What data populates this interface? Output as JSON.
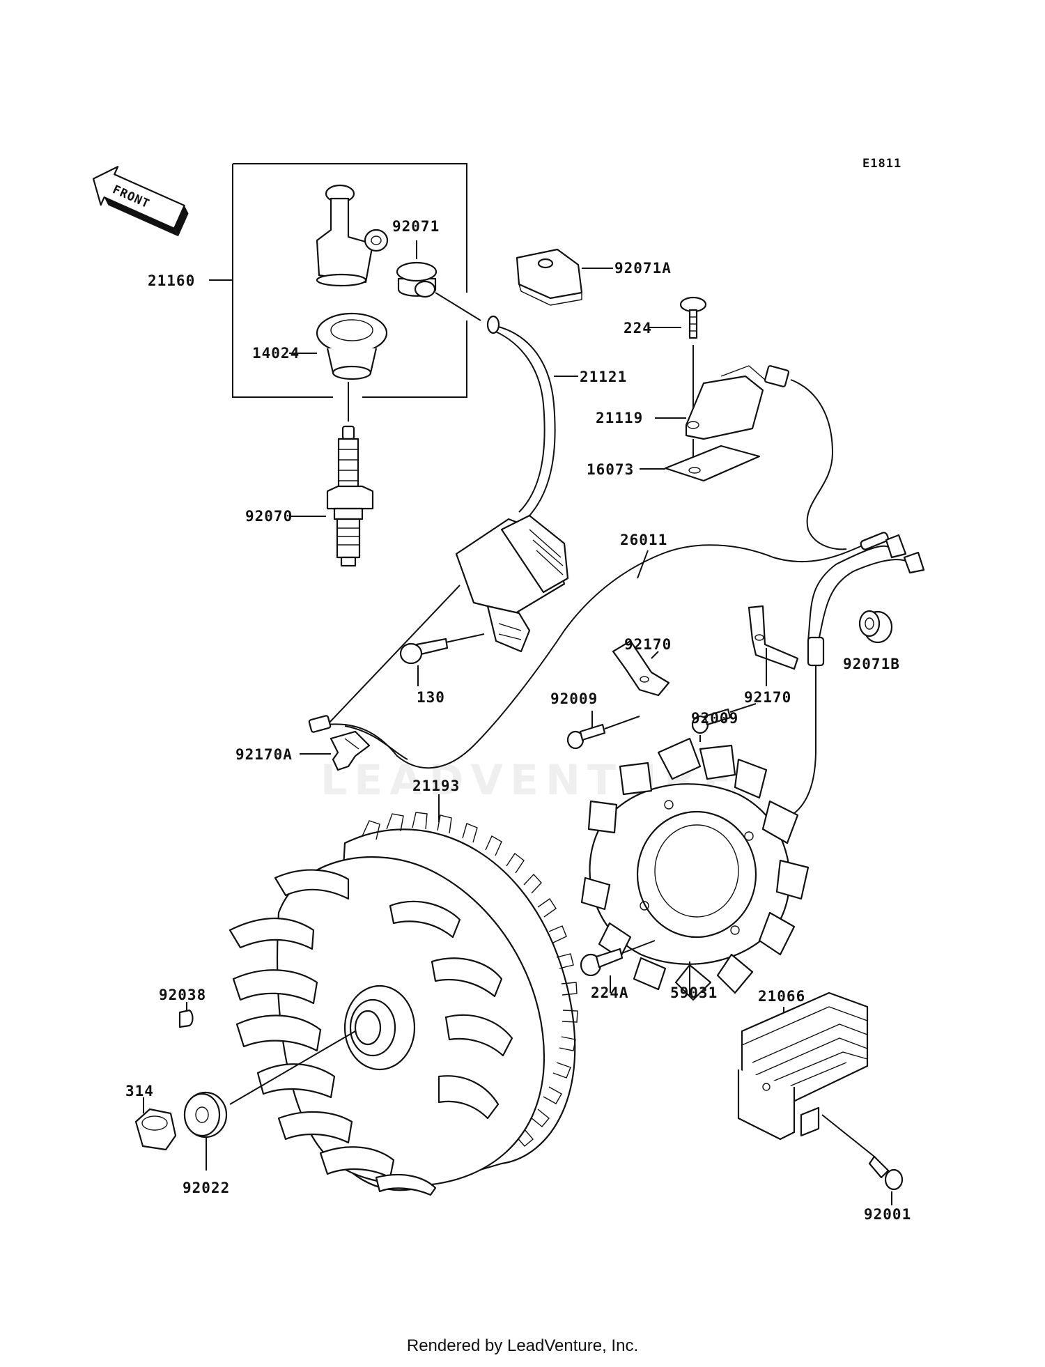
{
  "diagram": {
    "code": "E1811",
    "front_label": "FRONT",
    "watermark": "LEADVENTURE",
    "footer": "Rendered by LeadVenture, Inc.",
    "parts": [
      {
        "id": "p21160",
        "label": "21160"
      },
      {
        "id": "p92071",
        "label": "92071"
      },
      {
        "id": "p92071A",
        "label": "92071A"
      },
      {
        "id": "p14024",
        "label": "14024"
      },
      {
        "id": "p224",
        "label": "224"
      },
      {
        "id": "p21121",
        "label": "21121"
      },
      {
        "id": "p21119",
        "label": "21119"
      },
      {
        "id": "p16073",
        "label": "16073"
      },
      {
        "id": "p92070",
        "label": "92070"
      },
      {
        "id": "p26011",
        "label": "26011"
      },
      {
        "id": "p92170a",
        "label": "92170"
      },
      {
        "id": "p92170b",
        "label": "92170"
      },
      {
        "id": "p92071B",
        "label": "92071B"
      },
      {
        "id": "p130",
        "label": "130"
      },
      {
        "id": "p92009a",
        "label": "92009"
      },
      {
        "id": "p92009b",
        "label": "92009"
      },
      {
        "id": "p92170A",
        "label": "92170A"
      },
      {
        "id": "p21193",
        "label": "21193"
      },
      {
        "id": "p224A",
        "label": "224A"
      },
      {
        "id": "p59031",
        "label": "59031"
      },
      {
        "id": "p21066",
        "label": "21066"
      },
      {
        "id": "p92038",
        "label": "92038"
      },
      {
        "id": "p314",
        "label": "314"
      },
      {
        "id": "p92022",
        "label": "92022"
      },
      {
        "id": "p92001",
        "label": "92001"
      }
    ]
  }
}
